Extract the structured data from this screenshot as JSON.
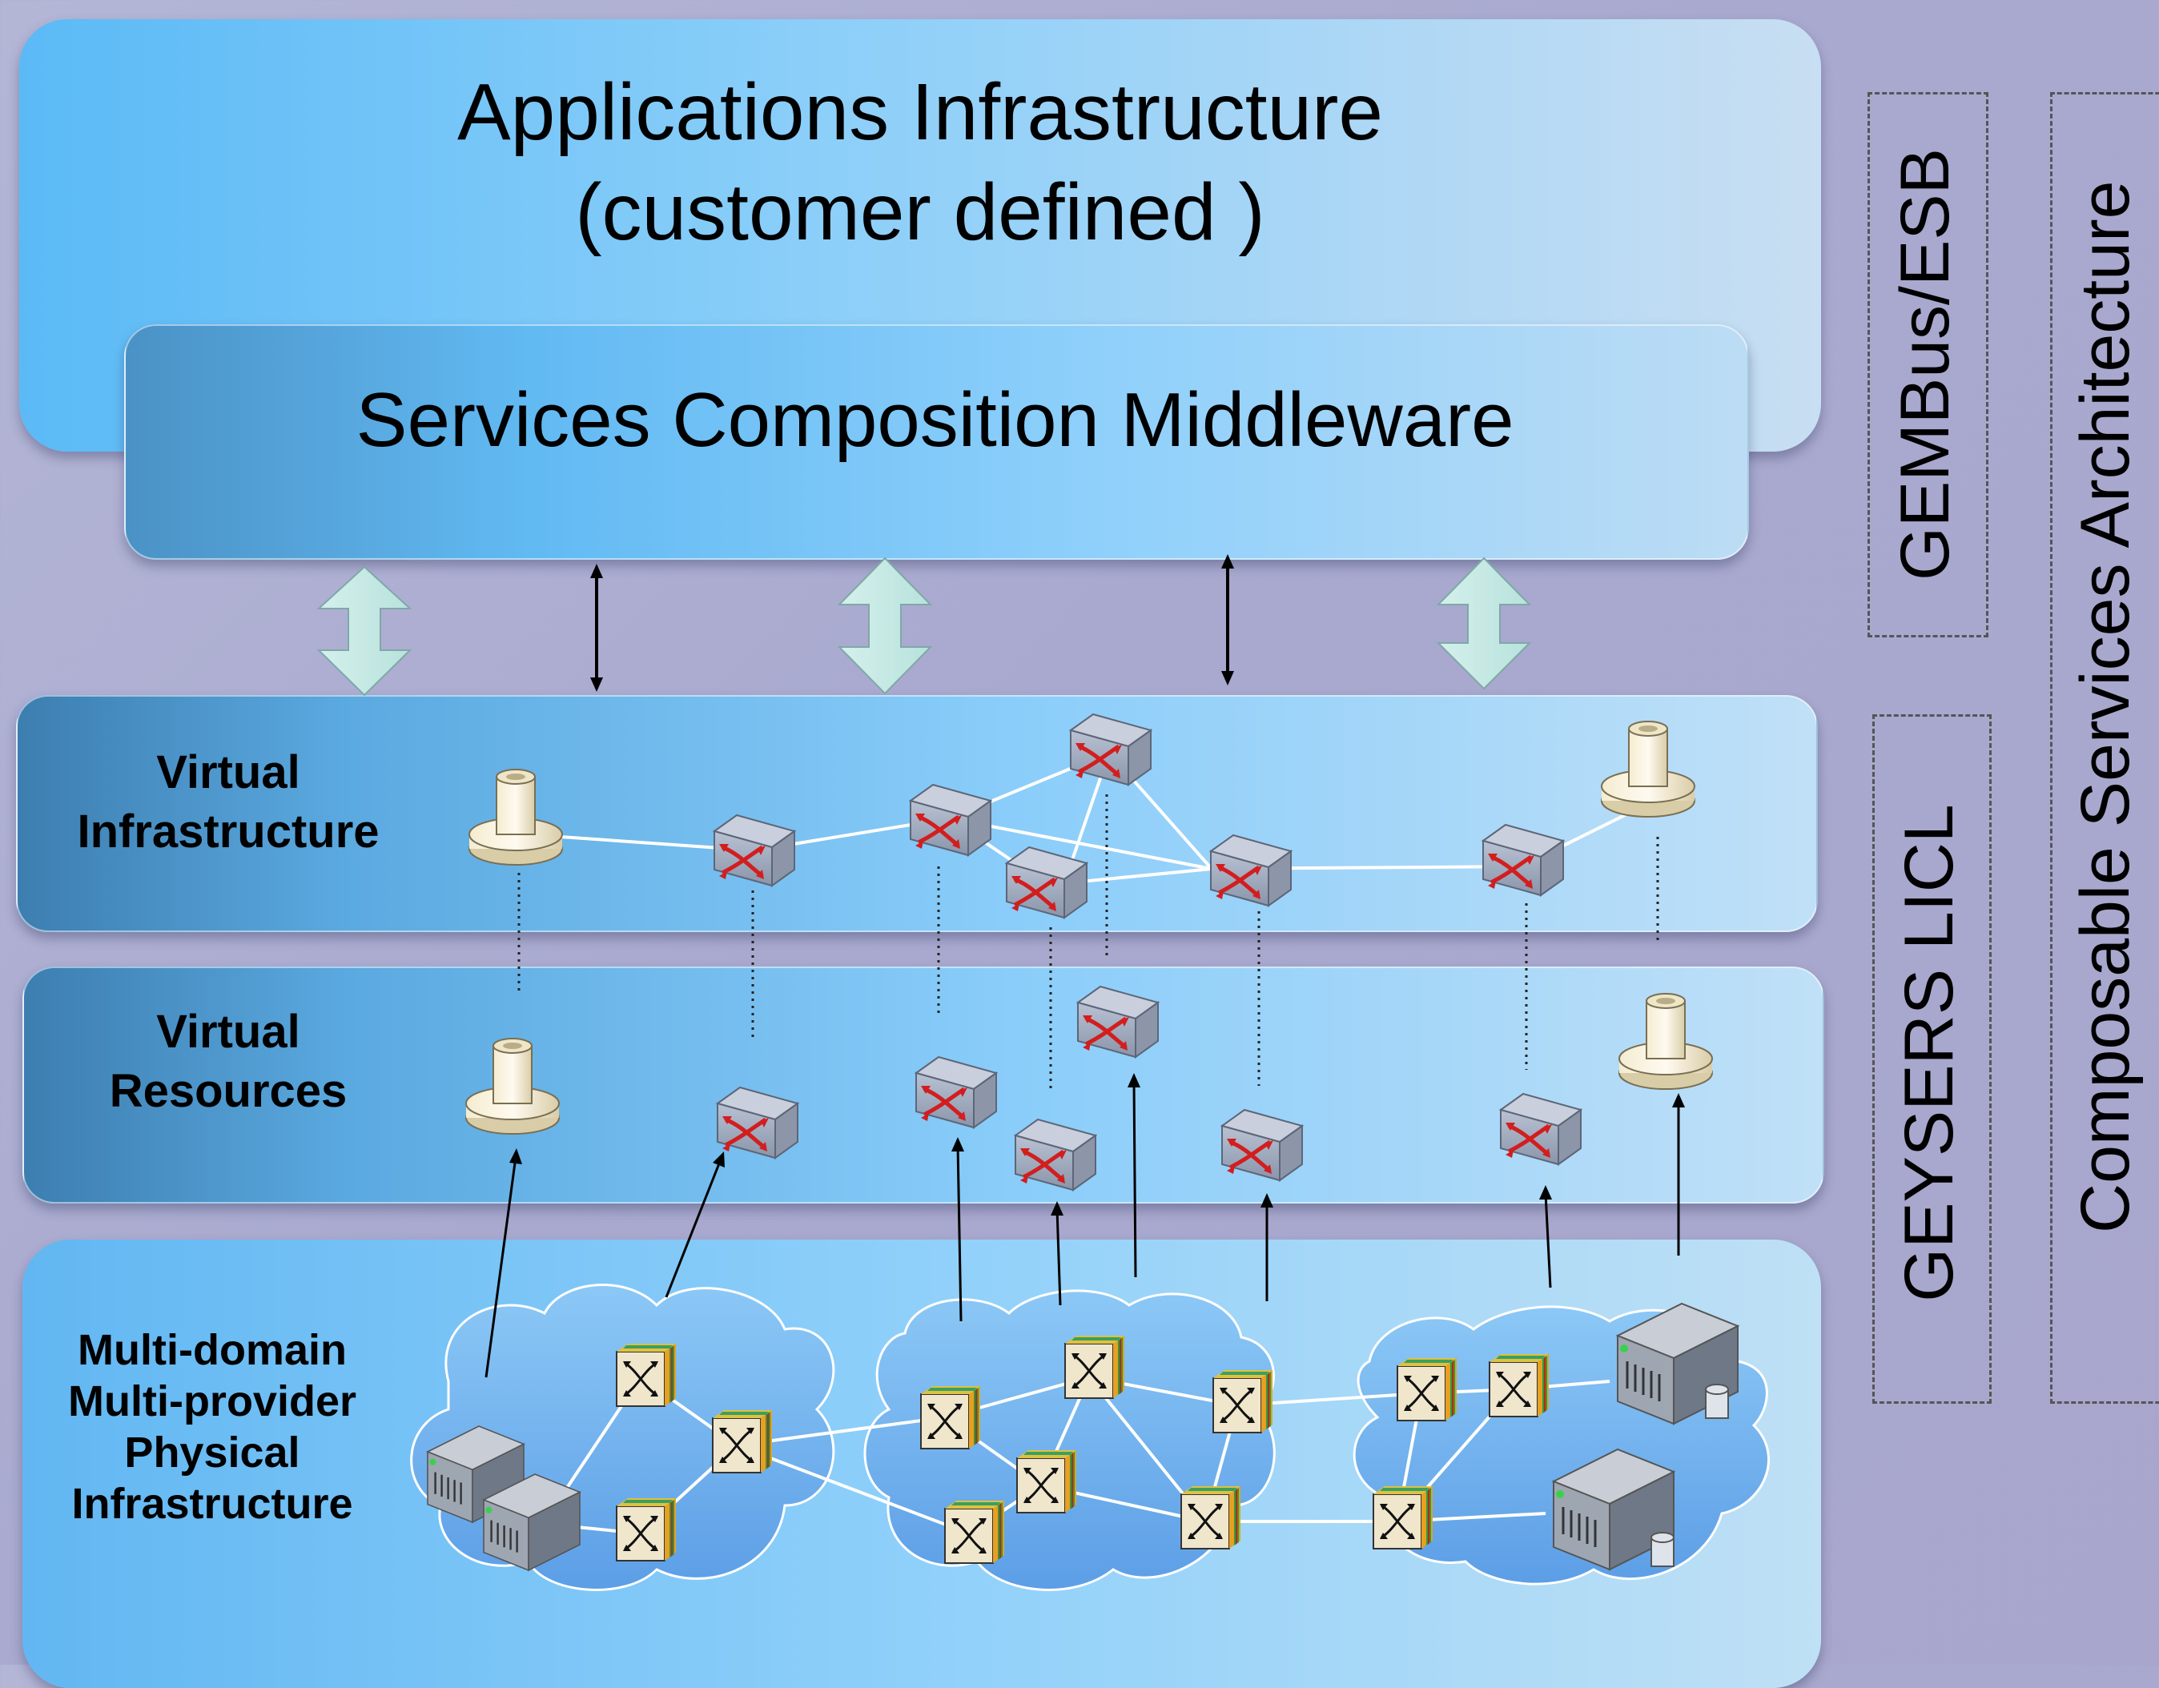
{
  "layers": {
    "applications": {
      "line1": "Applications Infrastructure",
      "line2": "(customer defined )"
    },
    "middleware": {
      "title": "Services Composition Middleware"
    },
    "virtual_infrastructure": {
      "line1": "Virtual",
      "line2": "Infrastructure"
    },
    "virtual_resources": {
      "line1": "Virtual",
      "line2": "Resources"
    },
    "physical": {
      "line1": "Multi-domain",
      "line2": "Multi-provider",
      "line3": "Physical",
      "line4": "Infrastructure"
    }
  },
  "side_labels": {
    "gembus": "GEMBus/ESB",
    "geysers": "GEYSERS LICL",
    "composable": "Composable Services  Architecture"
  },
  "icons": {
    "virtual_router": "virtual-router-icon",
    "virtual_endpoint": "virtual-endpoint-icon",
    "optical_switch": "optical-switch-icon",
    "server": "server-icon",
    "cloud": "cloud-icon"
  }
}
